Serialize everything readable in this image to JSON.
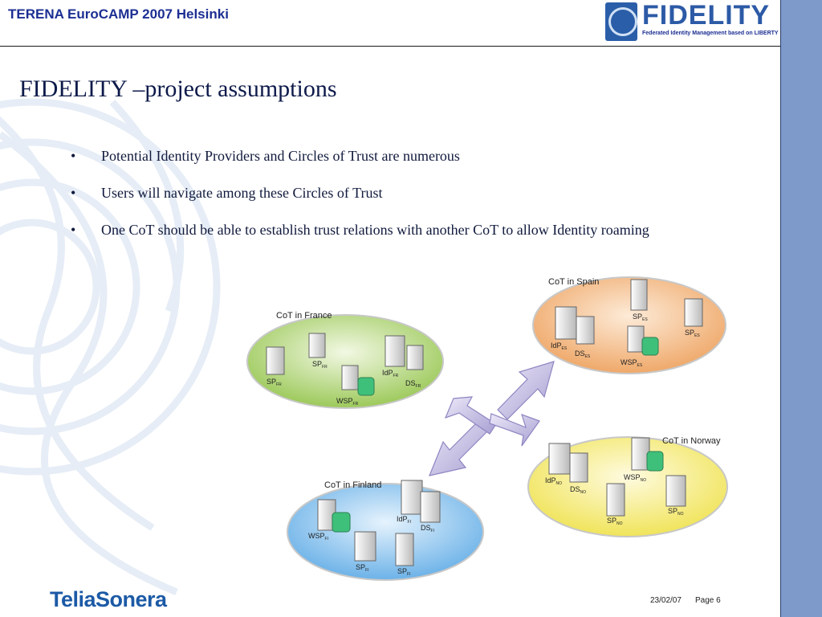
{
  "header": {
    "conference": "TERENA EuroCAMP 2007 Helsinki",
    "logo_word": "FIDELITY",
    "logo_tagline": "Federated Identity Management based on LIBERTY"
  },
  "slide": {
    "title": "FIDELITY –project  assumptions",
    "bullets": [
      "Potential Identity Providers and Circles of Trust are numerous",
      "Users will navigate among these Circles of Trust",
      "One CoT should be able to establish trust relations with another CoT to allow Identity roaming"
    ]
  },
  "diagram": {
    "cot_france": {
      "title": "CoT in France",
      "sp1": "SP",
      "sp1_sub": "FR",
      "sp2": "SP",
      "sp2_sub": "FR",
      "wsp": "WSP",
      "wsp_sub": "FR",
      "idp": "IdP",
      "idp_sub": "FR",
      "ds": "DS",
      "ds_sub": "FR"
    },
    "cot_spain": {
      "title": "CoT in Spain",
      "sp1": "SP",
      "sp1_sub": "ES",
      "sp2": "SP",
      "sp2_sub": "ES",
      "idp": "IdP",
      "idp_sub": "ES",
      "ds": "DS",
      "ds_sub": "ES",
      "wsp": "WSP",
      "wsp_sub": "ES"
    },
    "cot_norway": {
      "title": "CoT in Norway",
      "idp": "IdP",
      "idp_sub": "NO",
      "ds": "DS",
      "ds_sub": "NO",
      "wsp": "WSP",
      "wsp_sub": "NO",
      "sp1": "SP",
      "sp1_sub": "NO",
      "sp2": "SP",
      "sp2_sub": "NO"
    },
    "cot_finland": {
      "title": "CoT in Finland",
      "wsp": "WSP",
      "wsp_sub": "FI",
      "idp": "IdP",
      "idp_sub": "FI",
      "ds": "DS",
      "ds_sub": "FI",
      "sp1": "SP",
      "sp1_sub": "FI",
      "sp2": "SP",
      "sp2_sub": "FI"
    },
    "colors": {
      "france": "#b5d77a",
      "spain": "#f4be8e",
      "norway": "#f6ee7e",
      "finland": "#8fc6ee",
      "arrow": "#c9c2e6"
    }
  },
  "footer": {
    "company": "TeliaSonera",
    "date": "23/02/07",
    "page": "Page 6"
  }
}
